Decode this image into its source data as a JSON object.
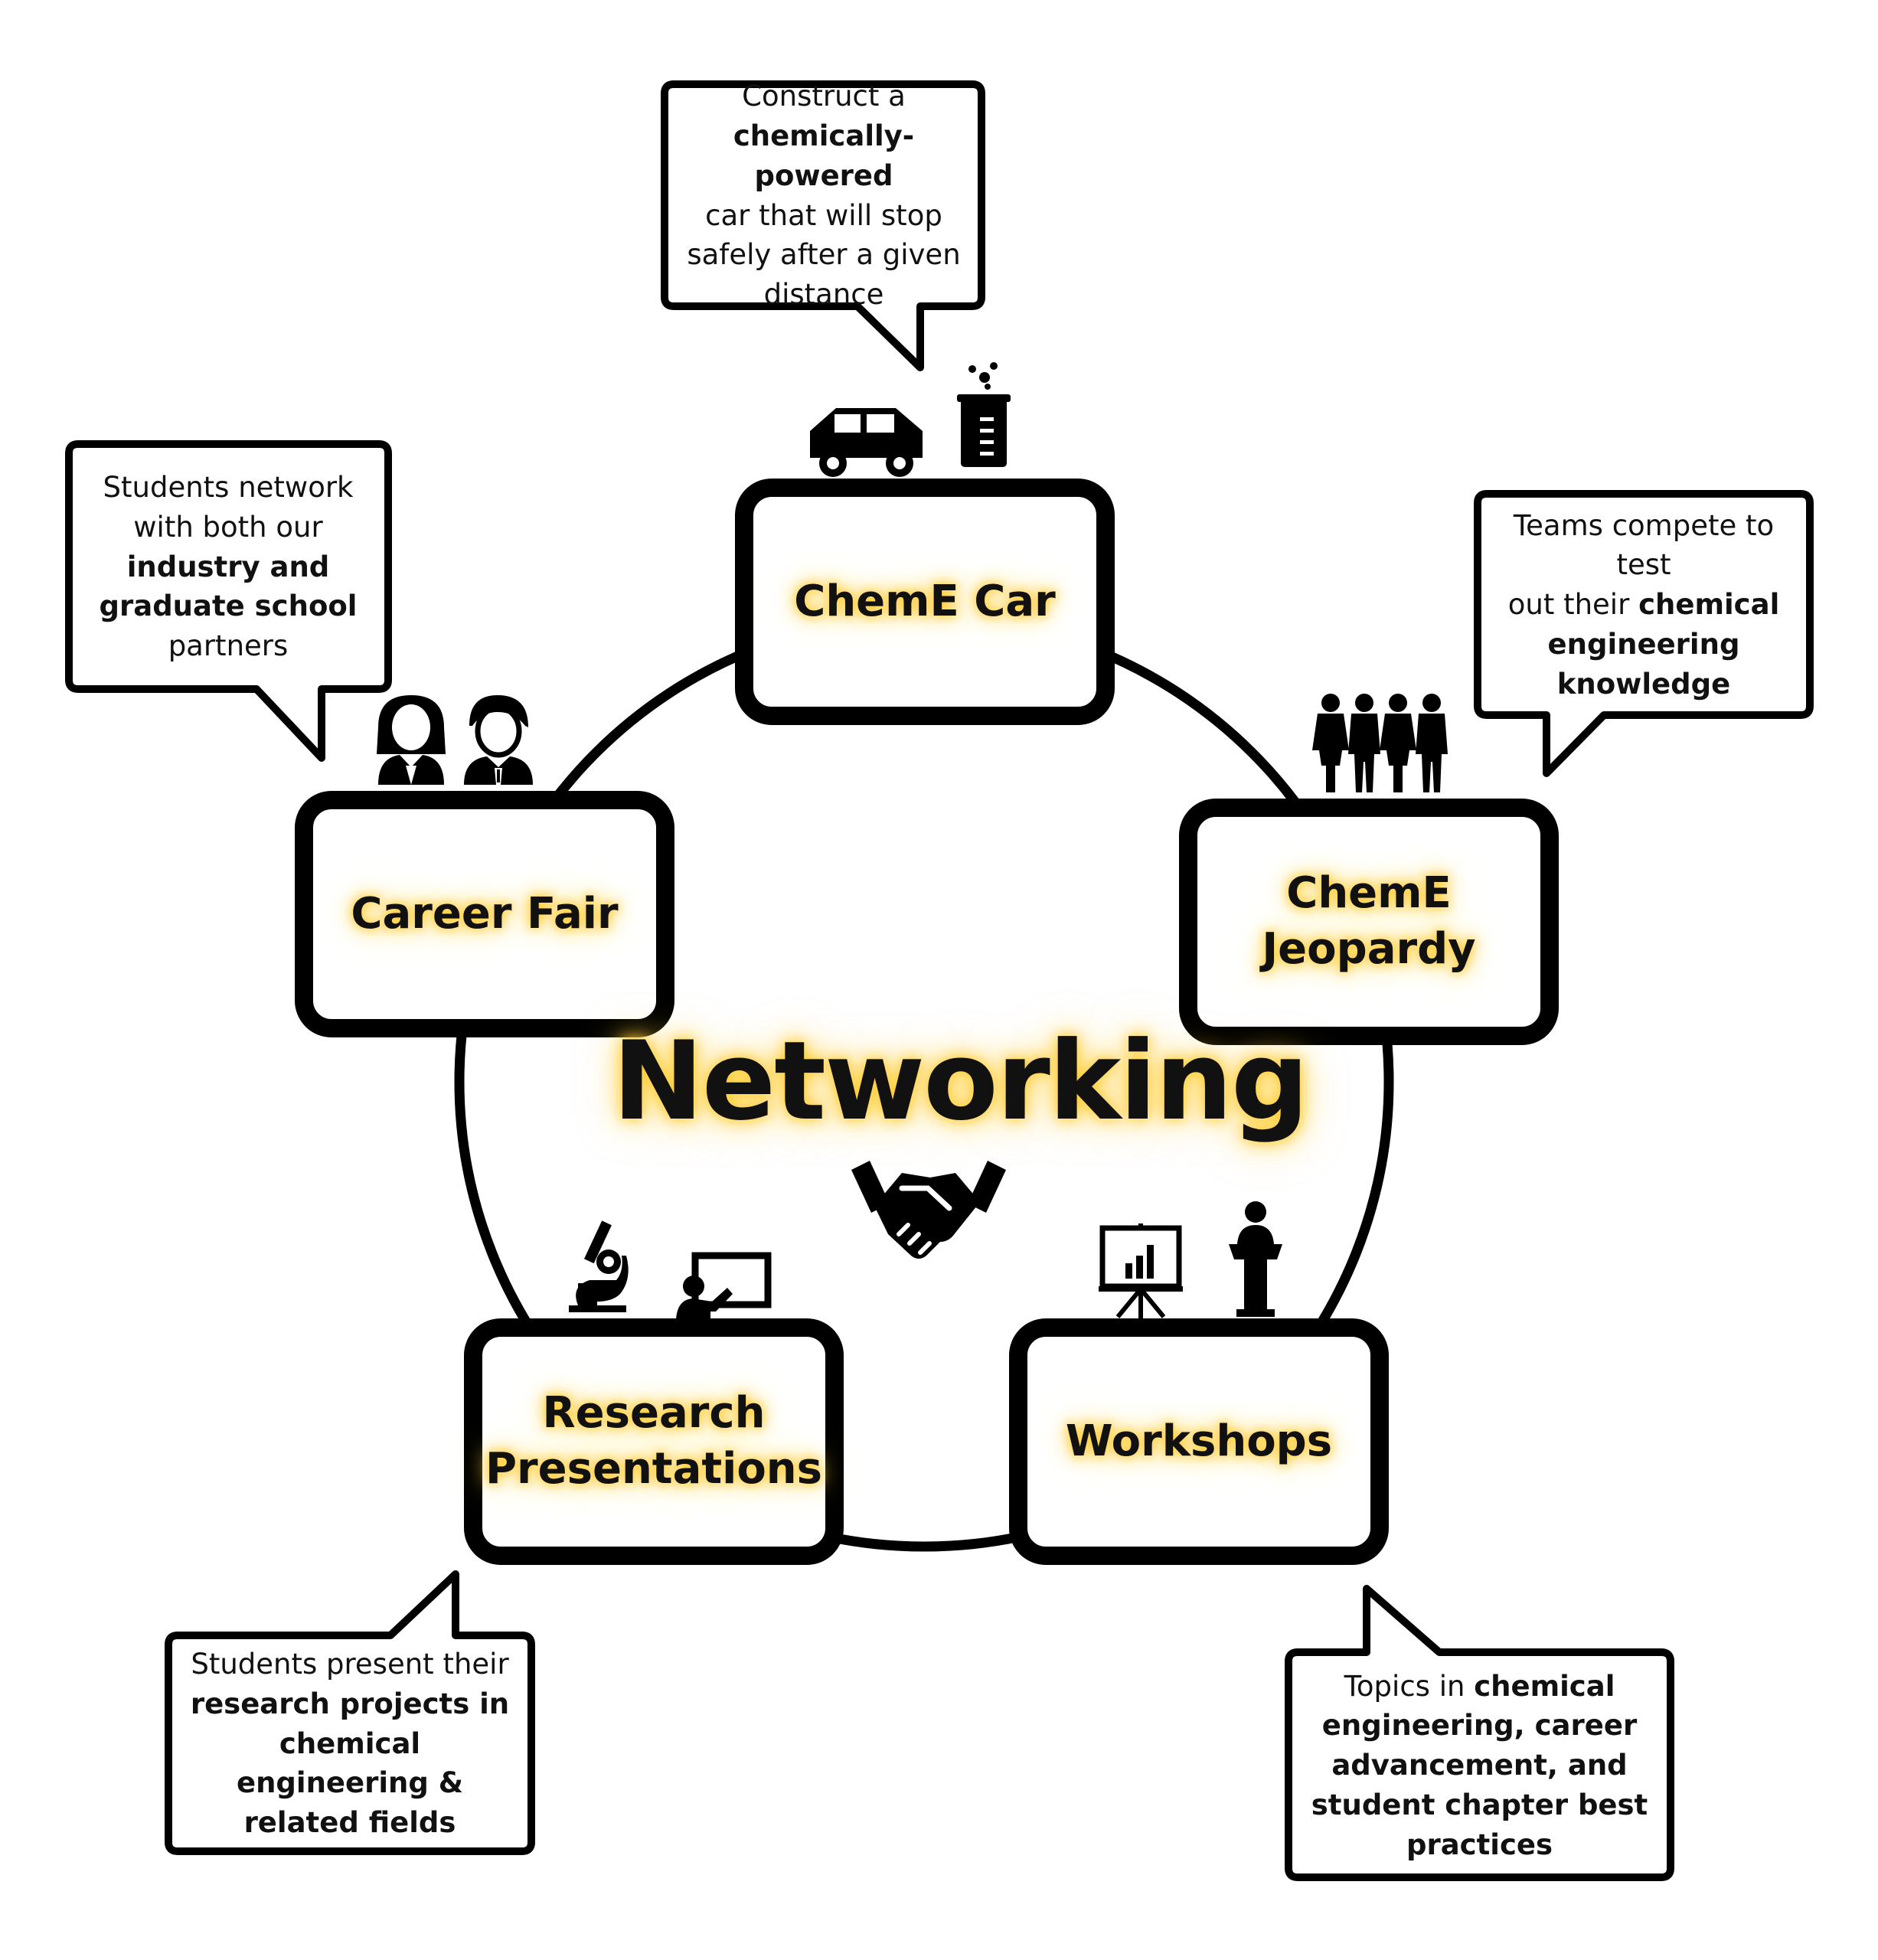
{
  "center": {
    "title": "Networking",
    "icon": "handshake-icon"
  },
  "nodes": {
    "cheme_car": {
      "label": "ChemE Car",
      "icons": [
        "car-icon",
        "beaker-icon"
      ]
    },
    "jeopardy": {
      "label": "ChemE\nJeopardy",
      "icons": [
        "team-icon"
      ]
    },
    "workshops": {
      "label": "Workshops",
      "icons": [
        "presentation-board-icon",
        "podium-speaker-icon"
      ]
    },
    "research": {
      "label": "Research\nPresentations",
      "icons": [
        "microscope-icon",
        "teacher-board-icon"
      ]
    },
    "career_fair": {
      "label": "Career Fair",
      "icons": [
        "businesswoman-icon",
        "businessman-icon"
      ]
    }
  },
  "bubbles": {
    "cheme_car": [
      [
        {
          "t": "Construct a",
          "b": false
        }
      ],
      [
        {
          "t": "chemically-powered",
          "b": true
        }
      ],
      [
        {
          "t": "car that will stop",
          "b": false
        }
      ],
      [
        {
          "t": "safely after a given",
          "b": false
        }
      ],
      [
        {
          "t": "distance",
          "b": false
        }
      ]
    ],
    "career_fair": [
      [
        {
          "t": "Students network",
          "b": false
        }
      ],
      [
        {
          "t": "with both our",
          "b": false
        }
      ],
      [
        {
          "t": "industry and",
          "b": true
        }
      ],
      [
        {
          "t": "graduate school",
          "b": true
        }
      ],
      [
        {
          "t": "partners",
          "b": false
        }
      ]
    ],
    "jeopardy": [
      [
        {
          "t": "Teams compete to test",
          "b": false
        }
      ],
      [
        {
          "t": "out their ",
          "b": false
        },
        {
          "t": "chemical",
          "b": true
        }
      ],
      [
        {
          "t": "engineering",
          "b": true
        }
      ],
      [
        {
          "t": "knowledge",
          "b": true
        }
      ]
    ],
    "research": [
      [
        {
          "t": "Students present their",
          "b": false
        }
      ],
      [
        {
          "t": "research projects in",
          "b": true
        }
      ],
      [
        {
          "t": "chemical engineering &",
          "b": true
        }
      ],
      [
        {
          "t": "related fields",
          "b": true
        }
      ]
    ],
    "workshops": [
      [
        {
          "t": "Topics in ",
          "b": false
        },
        {
          "t": "chemical",
          "b": true
        }
      ],
      [
        {
          "t": "engineering, career",
          "b": true
        }
      ],
      [
        {
          "t": "advancement, and",
          "b": true
        }
      ],
      [
        {
          "t": "student chapter best",
          "b": true
        }
      ],
      [
        {
          "t": "practices",
          "b": true
        }
      ]
    ]
  },
  "colors": {
    "stroke": "#000000",
    "glow": "#ffc828",
    "background": "#ffffff"
  }
}
